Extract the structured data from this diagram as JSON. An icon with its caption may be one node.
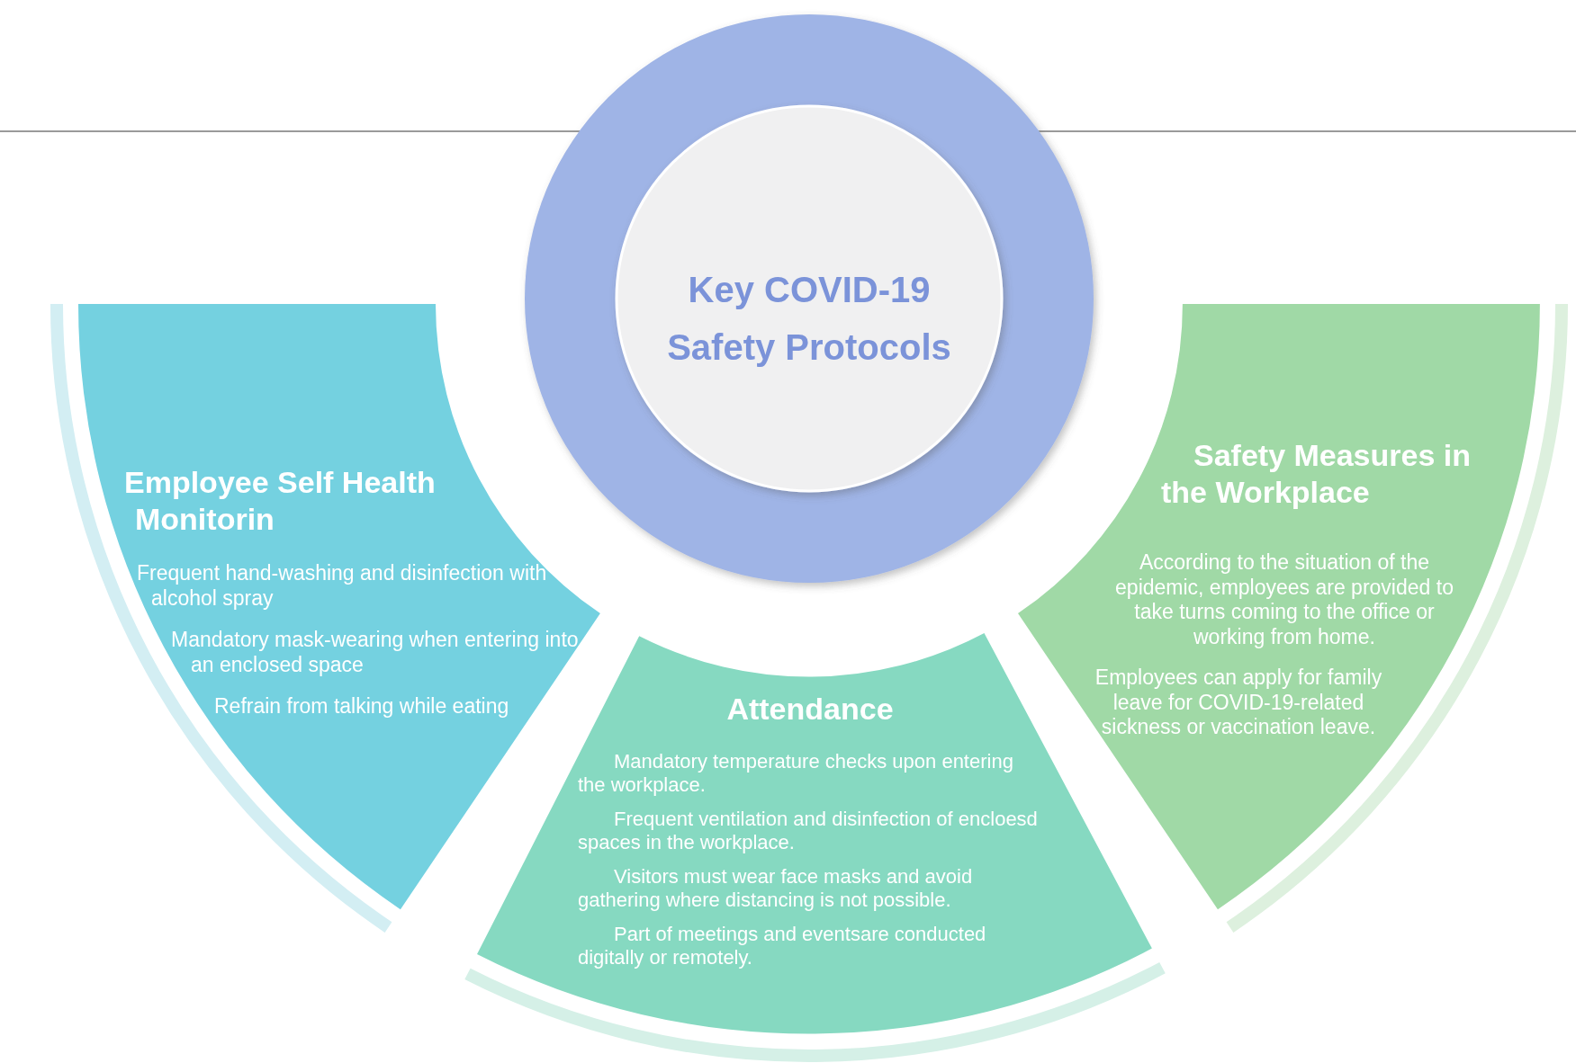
{
  "diagram": {
    "nodes": [
      {
        "text": [
          "Key COVID-19 Safety Protocols"
        ]
      },
      {
        "text": [
          "Employee Self Health Monitorin",
          "Frequent hand-washing and disinfection with alcohol spray",
          "Mandatory mask-wearing when entering into an enclosed space",
          "Refrain from talking while eating"
        ]
      },
      {
        "text": [
          "Attendance",
          "Mandatory temperature checks upon entering the workplace.",
          "Frequent ventilation and disinfection of encloesd spaces in the workplace.",
          "Visitors must wear face masks and avoid gathering where distancing is not possible.",
          "Part of meetings and eventsare conducted digitally or remotely."
        ]
      },
      {
        "text": [
          "Safety Measures in the Workplace",
          "According to the situation of the epidemic, employees are provided to take turns coming to the office or working from home.",
          "Employees can apply for family leave for COVID-19-related sickness or vaccination leave."
        ]
      }
    ]
  }
}
